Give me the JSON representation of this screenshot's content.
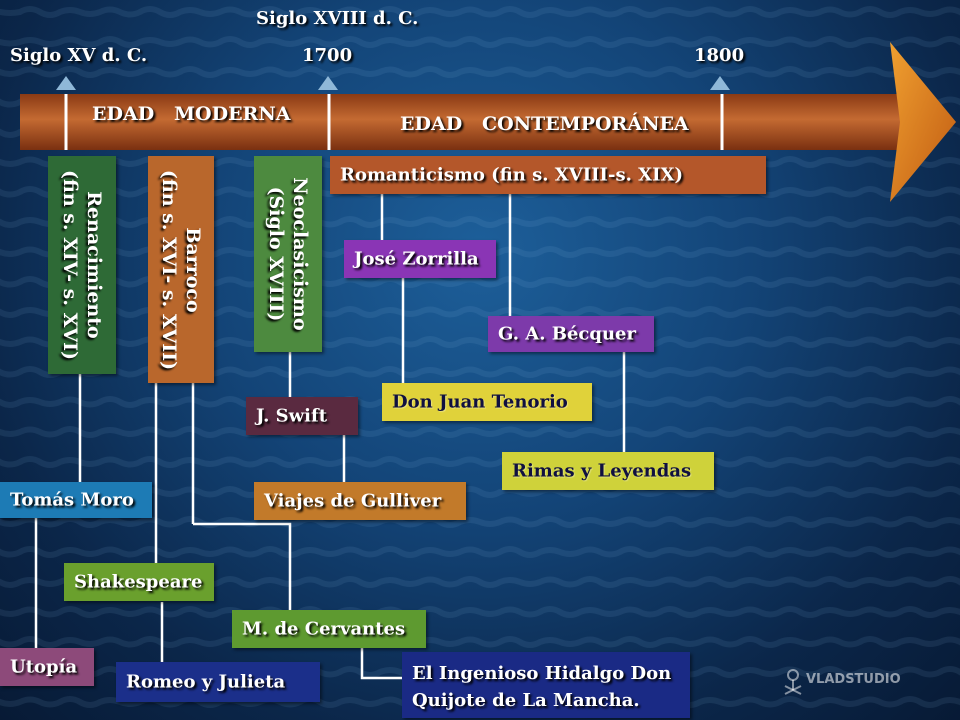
{
  "timeline": {
    "top_label": "Siglo XVIII d. C.",
    "markers": [
      "Siglo XV d. C.",
      "1700",
      "1800"
    ],
    "eras": [
      "EDAD   MODERNA",
      "EDAD   CONTEMPORÁNEA"
    ]
  },
  "movements": {
    "renacimiento": [
      "Renacimiento",
      "(fin s. XIV- s. XVI)"
    ],
    "barroco": [
      "Barroco",
      "(fin s. XVI- s. XVII)"
    ],
    "neoclasicismo": [
      "Neoclasicismo",
      "(Siglo XVIII)"
    ],
    "romanticismo": "Romanticismo (fin s. XVIII-s. XIX)"
  },
  "authors": {
    "tomas_moro": "Tomás Moro",
    "shakespeare": "Shakespeare",
    "cervantes": "M. de Cervantes",
    "swift": "J. Swift",
    "zorrilla": "José Zorrilla",
    "becquer": "G. A. Bécquer"
  },
  "works": {
    "utopia": "Utopía",
    "romeo": "Romeo y Julieta",
    "quijote": [
      "El Ingenioso Hidalgo Don",
      "Quijote de La Mancha."
    ],
    "gulliver": "Viajes de Gulliver",
    "tenorio": "Don Juan Tenorio",
    "rimas": "Rimas y Leyendas"
  },
  "colors": {
    "arrow": "#b45a25",
    "renacimiento": "#2e6a36",
    "barroco": "#b9672c",
    "neoclasicismo": "#4d8a3f",
    "romanticismo": "#b4572a",
    "tomas_moro": "#1d7bb5",
    "shakespeare": "#6aa02d",
    "cervantes": "#5e9a30",
    "swift": "#5a2a40",
    "zorrilla": "#8a35b5",
    "becquer": "#7d3aaa",
    "utopia": "#8d4a7a",
    "romeo": "#1b2f8a",
    "quijote": "#1a2a85",
    "gulliver": "#c27a2a",
    "tenorio": "#e0d23a",
    "rimas": "#cfd23a"
  },
  "watermark": "VLADSTUDIO"
}
